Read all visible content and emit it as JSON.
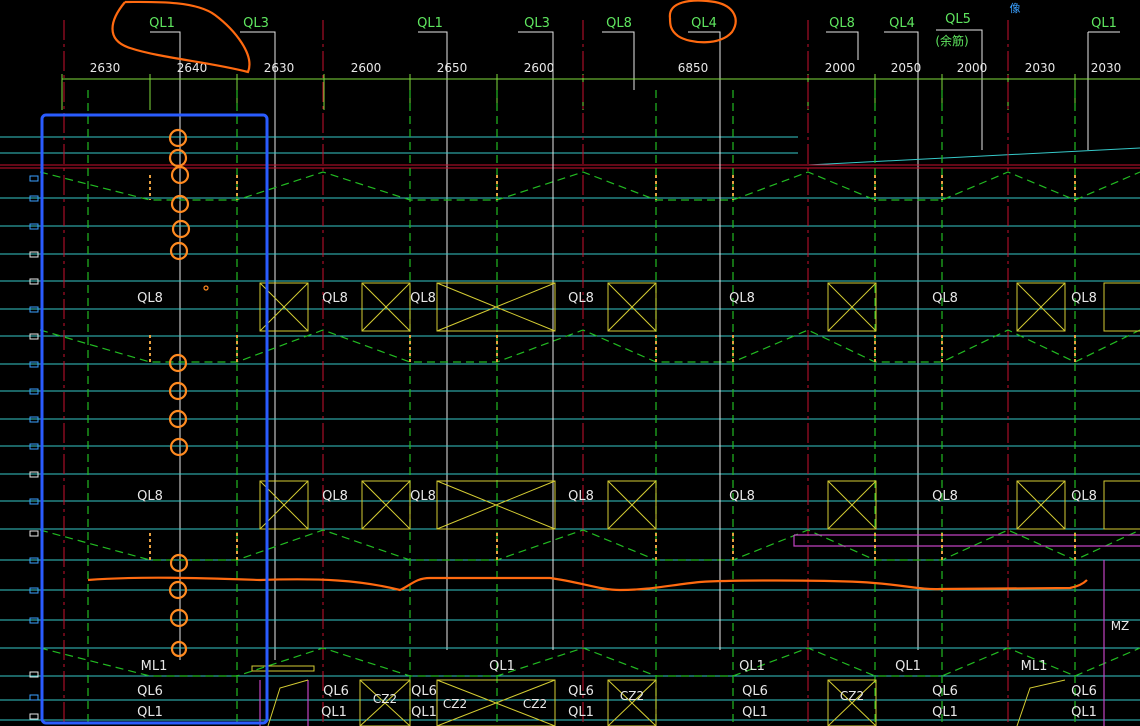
{
  "colors": {
    "background": "#000000",
    "dimension": "#7fdc3c",
    "label_green": "#5fe65f",
    "cyan": "#36c9c9",
    "red": "#c8102e",
    "green_dash": "#22bb22",
    "yellow": "#d4cc33",
    "white": "#e8e8e8",
    "magenta": "#c042c0",
    "orange": "#ff6a10",
    "circle_orange": "#ff8a20",
    "blue_box": "#2a5cff",
    "blue_marker": "#3aa0ff"
  },
  "header": {
    "wall_tags": [
      "QL1",
      "QL3",
      "QL1",
      "QL3",
      "QL8",
      "QL4",
      "QL8",
      "QL4",
      "QL5",
      "QL1"
    ],
    "qL5_note": "(余筋)",
    "corner_glyph": "像",
    "dimensions": [
      "2630",
      "2640",
      "2630",
      "2600",
      "2650",
      "2600",
      "6850",
      "2000",
      "2050",
      "2000",
      "2030",
      "2030"
    ]
  },
  "beams": {
    "row1": [
      "QL8",
      "QL8",
      "QL8",
      "QL8",
      "QL8",
      "QL8",
      "QL8"
    ],
    "row2": [
      "QL8",
      "QL8",
      "QL8",
      "QL8",
      "QL8",
      "QL8",
      "QL8"
    ]
  },
  "bottom": {
    "ml1": [
      "ML1",
      "ML1"
    ],
    "ql1_top": [
      "QL1",
      "QL1",
      "QL1"
    ],
    "ql6": [
      "QL6",
      "QL6",
      "QL6",
      "QL6",
      "QL6",
      "QL6",
      "QL6"
    ],
    "ql1_bot": [
      "QL1",
      "QL1",
      "QL1",
      "QL1",
      "QL1",
      "QL1",
      "QL1"
    ],
    "cz2": [
      "CZ2",
      "CZ2",
      "CZ2",
      "CZ2",
      "CZ2"
    ],
    "mz": "MZ"
  }
}
